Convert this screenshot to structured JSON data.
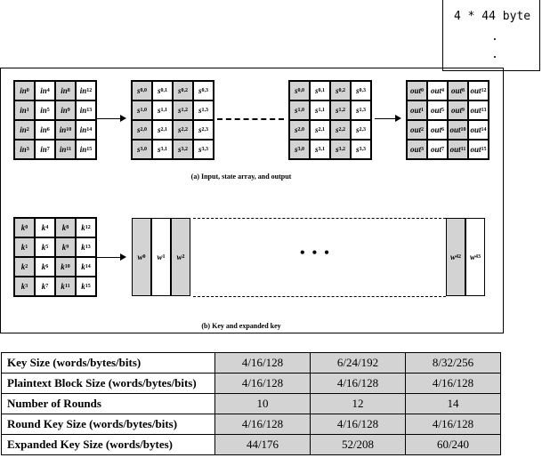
{
  "note": {
    "line1": "4 * 44 byte",
    "line2": ".",
    "line3": "."
  },
  "diagram": {
    "input_grid": [
      [
        "in_0",
        "in_4",
        "in_8",
        "in_12"
      ],
      [
        "in_1",
        "in_5",
        "in_9",
        "in_13"
      ],
      [
        "in_2",
        "in_6",
        "in_10",
        "in_14"
      ],
      [
        "in_3",
        "in_7",
        "in_11",
        "in_15"
      ]
    ],
    "state_grid": [
      [
        "s_0,0",
        "s_0,1",
        "s_0,2",
        "s_0,3"
      ],
      [
        "s_1,0",
        "s_1,1",
        "s_1,2",
        "s_1,3"
      ],
      [
        "s_2,0",
        "s_2,1",
        "s_2,2",
        "s_2,3"
      ],
      [
        "s_3,0",
        "s_3,1",
        "s_3,2",
        "s_3,3"
      ]
    ],
    "output_grid": [
      [
        "out_0",
        "out_4",
        "out_8",
        "out_12"
      ],
      [
        "out_1",
        "out_5",
        "out_9",
        "out_13"
      ],
      [
        "out_2",
        "out_6",
        "out_10",
        "out_14"
      ],
      [
        "out_3",
        "out_7",
        "out_11",
        "out_15"
      ]
    ],
    "caption_a": "(a) Input, state array, and output",
    "key_grid": [
      [
        "k_0",
        "k_4",
        "k_8",
        "k_12"
      ],
      [
        "k_1",
        "k_5",
        "k_9",
        "k_13"
      ],
      [
        "k_2",
        "k_6",
        "k_10",
        "k_14"
      ],
      [
        "k_3",
        "k_7",
        "k_11",
        "k_15"
      ]
    ],
    "expanded_key_left": [
      "w_0",
      "w_1",
      "w_2"
    ],
    "expanded_key_right": [
      "w_42",
      "w_43"
    ],
    "ellipsis": "• • •",
    "caption_b": "(b) Key and expanded key",
    "colors": {
      "shaded": "#d3d3d3",
      "white": "#ffffff"
    }
  },
  "table": {
    "rows": [
      {
        "label": "Key Size (words/bytes/bits)",
        "values": [
          "4/16/128",
          "6/24/192",
          "8/32/256"
        ]
      },
      {
        "label": "Plaintext Block Size (words/bytes/bits)",
        "values": [
          "4/16/128",
          "4/16/128",
          "4/16/128"
        ]
      },
      {
        "label": "Number of Rounds",
        "values": [
          "10",
          "12",
          "14"
        ]
      },
      {
        "label": "Round Key Size (words/bytes/bits)",
        "values": [
          "4/16/128",
          "4/16/128",
          "4/16/128"
        ]
      },
      {
        "label": "Expanded Key Size (words/bytes)",
        "values": [
          "44/176",
          "52/208",
          "60/240"
        ]
      }
    ]
  }
}
